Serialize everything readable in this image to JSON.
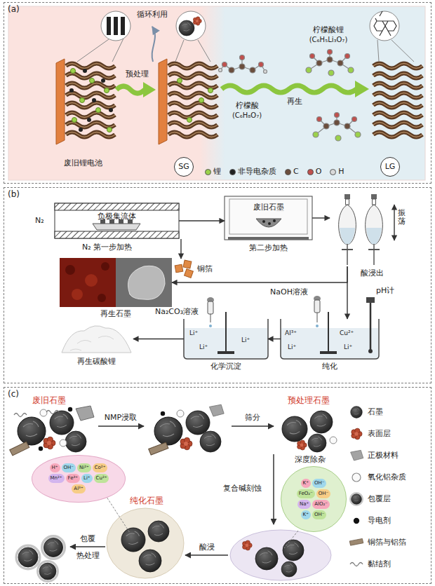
{
  "diagram": {
    "nodes": [
      {
        "text": [
          "(a)"
        ]
      },
      {
        "text": [
          "SG"
        ],
        "in": 0
      },
      {
        "text": [
          "LG"
        ],
        "in": 0
      },
      {
        "text": [
          "(b)"
        ]
      },
      {
        "text": [
          "负极集流体",
          "N₂ 第一步加热"
        ],
        "in": 3
      },
      {
        "text": [
          "废旧石墨",
          "第二步加热"
        ],
        "in": 3
      },
      {
        "text": [
          "酸浸出"
        ],
        "in": 3
      },
      {
        "text": [
          "再生石墨"
        ],
        "in": 3
      },
      {
        "text": [
          "纯化"
        ],
        "in": 3
      },
      {
        "text": [
          "化学沉淀"
        ],
        "in": 3
      },
      {
        "text": [
          "再生碳酸锂"
        ],
        "in": 3
      },
      {
        "text": [
          "(c)"
        ]
      },
      {
        "text": [
          "H⁺",
          "OH⁻",
          "Ni²⁺",
          "Co²⁺",
          "Mn²⁺",
          "Fe³⁺",
          "Li⁺",
          "Cu²⁺",
          "Al³⁺"
        ],
        "in": 11
      },
      {
        "text": [
          "K⁺",
          "OH⁻",
          "FeO₂⁻",
          "OH⁻",
          "Na⁺",
          "AlO₂⁻",
          "K⁺",
          "OH⁻"
        ],
        "in": 11
      }
    ],
    "edges": [
      {
        "from": 4,
        "to": 5,
        "arrow": "to"
      },
      {
        "from": 5,
        "to": 6,
        "arrow": "to"
      },
      {
        "from": 6,
        "to": 7,
        "arrow": "to"
      },
      {
        "from": 6,
        "to": 8,
        "arrow": "to"
      },
      {
        "from": 8,
        "to": 9,
        "arrow": "to"
      },
      {
        "from": 9,
        "to": 10,
        "arrow": "to"
      }
    ],
    "labels": [
      "循环利用",
      "预处理",
      "柠檬酸锂",
      "(C₆H₅Li₃O₇)",
      "再生",
      "柠檬酸",
      "(C₆H₈O₇)",
      "废旧锂电池",
      "N₂",
      "振荡",
      "铜箔",
      "NaOH溶液",
      "Na₂CO₃溶液",
      "pH计",
      "Al³⁺",
      "Cu²⁺",
      "Li⁺",
      "Li⁺",
      "Li⁺",
      "Li⁺",
      "Li⁺",
      "废旧石墨",
      "NMP浸取",
      "筛分",
      "预处理石墨",
      "复合碱刻蚀",
      "深度除杂",
      "酸浸",
      "纯化石墨",
      "包覆",
      "热处理"
    ],
    "legend": [
      {
        "text": "锂",
        "color": "#9bd14b"
      },
      {
        "text": "非导电杂质",
        "color": "#222222"
      },
      {
        "text": "C",
        "color": "#6b4e3d"
      },
      {
        "text": "O",
        "color": "#c0504d"
      },
      {
        "text": "H",
        "color": "#d9d9d9"
      },
      {
        "text": "石墨"
      },
      {
        "text": "表面层"
      },
      {
        "text": "正极材料"
      },
      {
        "text": "氧化铝杂质"
      },
      {
        "text": "包覆层"
      },
      {
        "text": "导电剂"
      },
      {
        "text": "铜箔与铝箔"
      },
      {
        "text": "黏结剂"
      }
    ]
  }
}
